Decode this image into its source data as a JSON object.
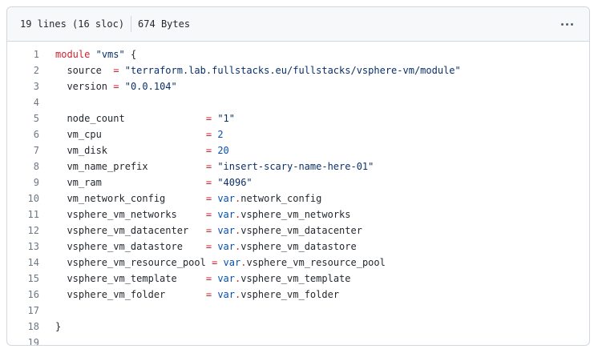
{
  "header": {
    "lines_info": "19 lines (16 sloc)",
    "size_info": "674 Bytes"
  },
  "code": {
    "line_numbers": [
      "1",
      "2",
      "3",
      "4",
      "5",
      "6",
      "7",
      "8",
      "9",
      "10",
      "11",
      "12",
      "13",
      "14",
      "15",
      "16",
      "17",
      "18",
      "19"
    ],
    "lines": [
      [
        {
          "t": "kw",
          "v": "module"
        },
        {
          "t": "plain",
          "v": " "
        },
        {
          "t": "str",
          "v": "\"vms\""
        },
        {
          "t": "plain",
          "v": " {"
        }
      ],
      [
        {
          "t": "plain",
          "v": "  source  "
        },
        {
          "t": "op",
          "v": "="
        },
        {
          "t": "plain",
          "v": " "
        },
        {
          "t": "str",
          "v": "\"terraform.lab.fullstacks.eu/fullstacks/vsphere-vm/module\""
        }
      ],
      [
        {
          "t": "plain",
          "v": "  version "
        },
        {
          "t": "op",
          "v": "="
        },
        {
          "t": "plain",
          "v": " "
        },
        {
          "t": "str",
          "v": "\"0.0.104\""
        }
      ],
      [],
      [
        {
          "t": "plain",
          "v": "  node_count              "
        },
        {
          "t": "op",
          "v": "="
        },
        {
          "t": "plain",
          "v": " "
        },
        {
          "t": "str",
          "v": "\"1\""
        }
      ],
      [
        {
          "t": "plain",
          "v": "  vm_cpu                  "
        },
        {
          "t": "op",
          "v": "="
        },
        {
          "t": "plain",
          "v": " "
        },
        {
          "t": "num",
          "v": "2"
        }
      ],
      [
        {
          "t": "plain",
          "v": "  vm_disk                 "
        },
        {
          "t": "op",
          "v": "="
        },
        {
          "t": "plain",
          "v": " "
        },
        {
          "t": "num",
          "v": "20"
        }
      ],
      [
        {
          "t": "plain",
          "v": "  vm_name_prefix          "
        },
        {
          "t": "op",
          "v": "="
        },
        {
          "t": "plain",
          "v": " "
        },
        {
          "t": "str",
          "v": "\"insert-scary-name-here-01\""
        }
      ],
      [
        {
          "t": "plain",
          "v": "  vm_ram                  "
        },
        {
          "t": "op",
          "v": "="
        },
        {
          "t": "plain",
          "v": " "
        },
        {
          "t": "str",
          "v": "\"4096\""
        }
      ],
      [
        {
          "t": "plain",
          "v": "  vm_network_config       "
        },
        {
          "t": "op",
          "v": "="
        },
        {
          "t": "plain",
          "v": " "
        },
        {
          "t": "var",
          "v": "var"
        },
        {
          "t": "op",
          "v": "."
        },
        {
          "t": "plain",
          "v": "network_config"
        }
      ],
      [
        {
          "t": "plain",
          "v": "  vsphere_vm_networks     "
        },
        {
          "t": "op",
          "v": "="
        },
        {
          "t": "plain",
          "v": " "
        },
        {
          "t": "var",
          "v": "var"
        },
        {
          "t": "op",
          "v": "."
        },
        {
          "t": "plain",
          "v": "vsphere_vm_networks"
        }
      ],
      [
        {
          "t": "plain",
          "v": "  vsphere_vm_datacenter   "
        },
        {
          "t": "op",
          "v": "="
        },
        {
          "t": "plain",
          "v": " "
        },
        {
          "t": "var",
          "v": "var"
        },
        {
          "t": "op",
          "v": "."
        },
        {
          "t": "plain",
          "v": "vsphere_vm_datacenter"
        }
      ],
      [
        {
          "t": "plain",
          "v": "  vsphere_vm_datastore    "
        },
        {
          "t": "op",
          "v": "="
        },
        {
          "t": "plain",
          "v": " "
        },
        {
          "t": "var",
          "v": "var"
        },
        {
          "t": "op",
          "v": "."
        },
        {
          "t": "plain",
          "v": "vsphere_vm_datastore"
        }
      ],
      [
        {
          "t": "plain",
          "v": "  vsphere_vm_resource_pool "
        },
        {
          "t": "op",
          "v": "="
        },
        {
          "t": "plain",
          "v": " "
        },
        {
          "t": "var",
          "v": "var"
        },
        {
          "t": "op",
          "v": "."
        },
        {
          "t": "plain",
          "v": "vsphere_vm_resource_pool"
        }
      ],
      [
        {
          "t": "plain",
          "v": "  vsphere_vm_template     "
        },
        {
          "t": "op",
          "v": "="
        },
        {
          "t": "plain",
          "v": " "
        },
        {
          "t": "var",
          "v": "var"
        },
        {
          "t": "op",
          "v": "."
        },
        {
          "t": "plain",
          "v": "vsphere_vm_template"
        }
      ],
      [
        {
          "t": "plain",
          "v": "  vsphere_vm_folder       "
        },
        {
          "t": "op",
          "v": "="
        },
        {
          "t": "plain",
          "v": " "
        },
        {
          "t": "var",
          "v": "var"
        },
        {
          "t": "op",
          "v": "."
        },
        {
          "t": "plain",
          "v": "vsphere_vm_folder"
        }
      ],
      [],
      [
        {
          "t": "plain",
          "v": "}"
        }
      ],
      []
    ]
  },
  "colors": {
    "keyword": "#cf222e",
    "string": "#0a3069",
    "number": "#0550ae",
    "operator": "#cf222e",
    "var": "#0550ae",
    "header_bg": "#f6f8fa",
    "border": "#d0d7de"
  },
  "icons": {
    "kebab": "kebab-horizontal-icon"
  }
}
